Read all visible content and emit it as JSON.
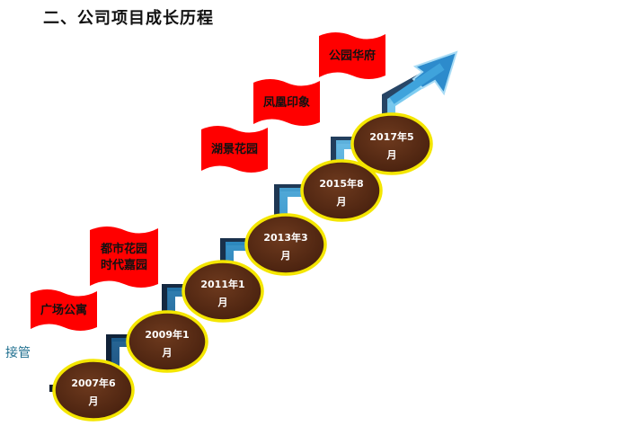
{
  "title": "二、公司项目成长历程",
  "side_label": "接管",
  "colors": {
    "flag": "#ff0000",
    "circle_fill": "#5a2c16",
    "circle_ring": "#f4e600",
    "stair_dark": "#10243e",
    "stair_light": "#4fb4e6",
    "arrow": "#2d8bcc"
  },
  "milestones": [
    {
      "date_line1": "2007年6",
      "date_line2": "月"
    },
    {
      "date_line1": "2009年1",
      "date_line2": "月"
    },
    {
      "date_line1": "2011年1",
      "date_line2": "月"
    },
    {
      "date_line1": "2013年3",
      "date_line2": "月"
    },
    {
      "date_line1": "2015年8",
      "date_line2": "月"
    },
    {
      "date_line1": "2017年5",
      "date_line2": "月"
    }
  ],
  "flags": [
    {
      "lines": [
        "广场公寓"
      ]
    },
    {
      "lines": [
        "都市花园",
        "时代嘉园"
      ]
    },
    {
      "lines": [
        "湖景花园"
      ]
    },
    {
      "lines": [
        "凤凰印象"
      ]
    },
    {
      "lines": [
        "公园华府"
      ]
    }
  ]
}
